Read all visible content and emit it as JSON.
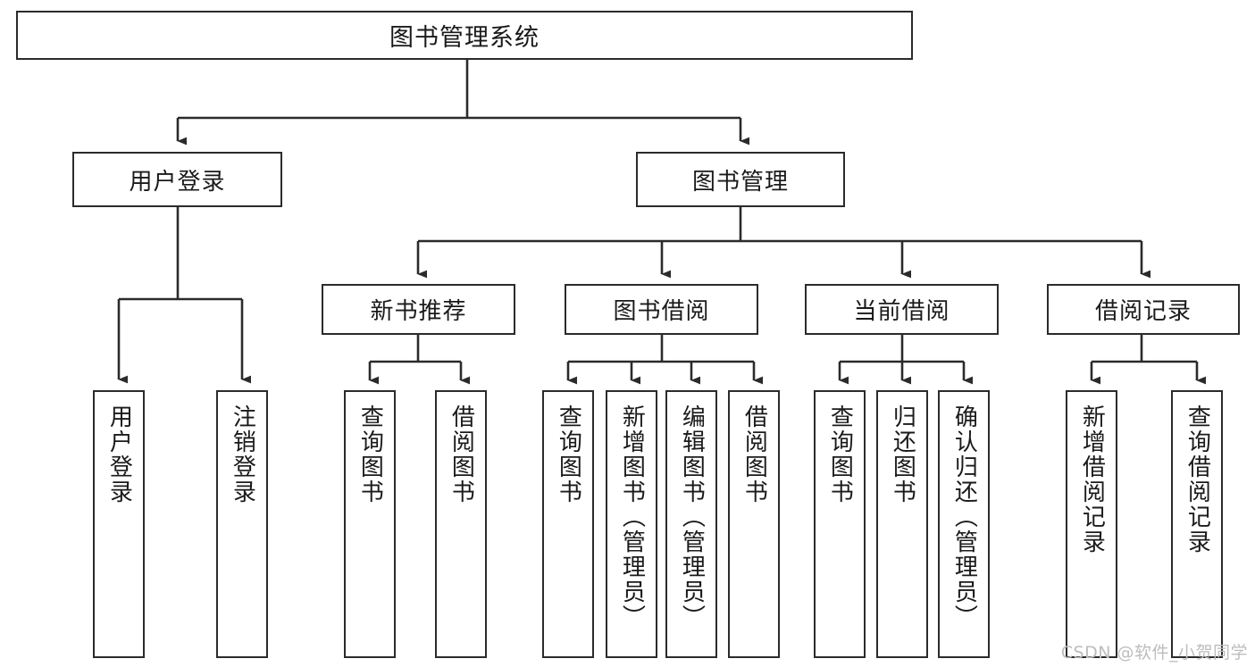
{
  "diagram": {
    "type": "tree",
    "title": "图书管理系统",
    "root": {
      "label": "图书管理系统"
    },
    "level2": [
      {
        "label": "用户登录"
      },
      {
        "label": "图书管理"
      }
    ],
    "level3": [
      {
        "label": "新书推荐"
      },
      {
        "label": "图书借阅"
      },
      {
        "label": "当前借阅"
      },
      {
        "label": "借阅记录"
      }
    ],
    "leaves": {
      "user_login": [
        {
          "label": "用户登录"
        },
        {
          "label": "注销登录"
        }
      ],
      "new_book_recommend": [
        {
          "label": "查询图书"
        },
        {
          "label": "借阅图书"
        }
      ],
      "book_borrow": [
        {
          "label": "查询图书"
        },
        {
          "label": "新增图书（管理员）"
        },
        {
          "label": "编辑图书（管理员）"
        },
        {
          "label": "借阅图书"
        }
      ],
      "current_borrow": [
        {
          "label": "查询图书"
        },
        {
          "label": "归还图书"
        },
        {
          "label": "确认归还（管理员）"
        }
      ],
      "borrow_record": [
        {
          "label": "新增借阅记录"
        },
        {
          "label": "查询借阅记录"
        }
      ]
    }
  },
  "watermark": {
    "text": "CSDN @软件_小贺同学"
  },
  "colors": {
    "stroke": "#2b2b2b",
    "box_fill": "#ffffff",
    "text": "#1a1a1a",
    "watermark": "#bdbdbd",
    "background": "#ffffff"
  }
}
